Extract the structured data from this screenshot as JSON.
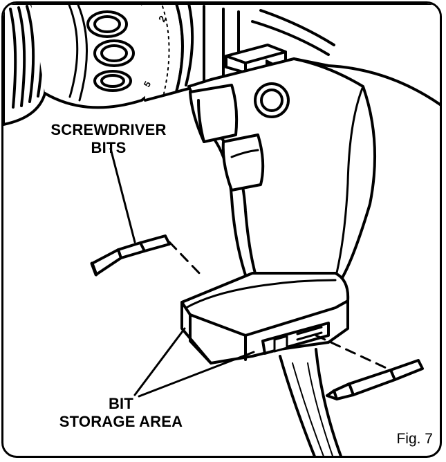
{
  "labels": {
    "screwdriver_bits": [
      "SCREWDRIVER",
      "BITS"
    ],
    "bit_storage_area": [
      "BIT",
      "STORAGE AREA"
    ]
  },
  "dial_numbers": [
    "2",
    "5"
  ],
  "figure_caption": "Fig. 7"
}
